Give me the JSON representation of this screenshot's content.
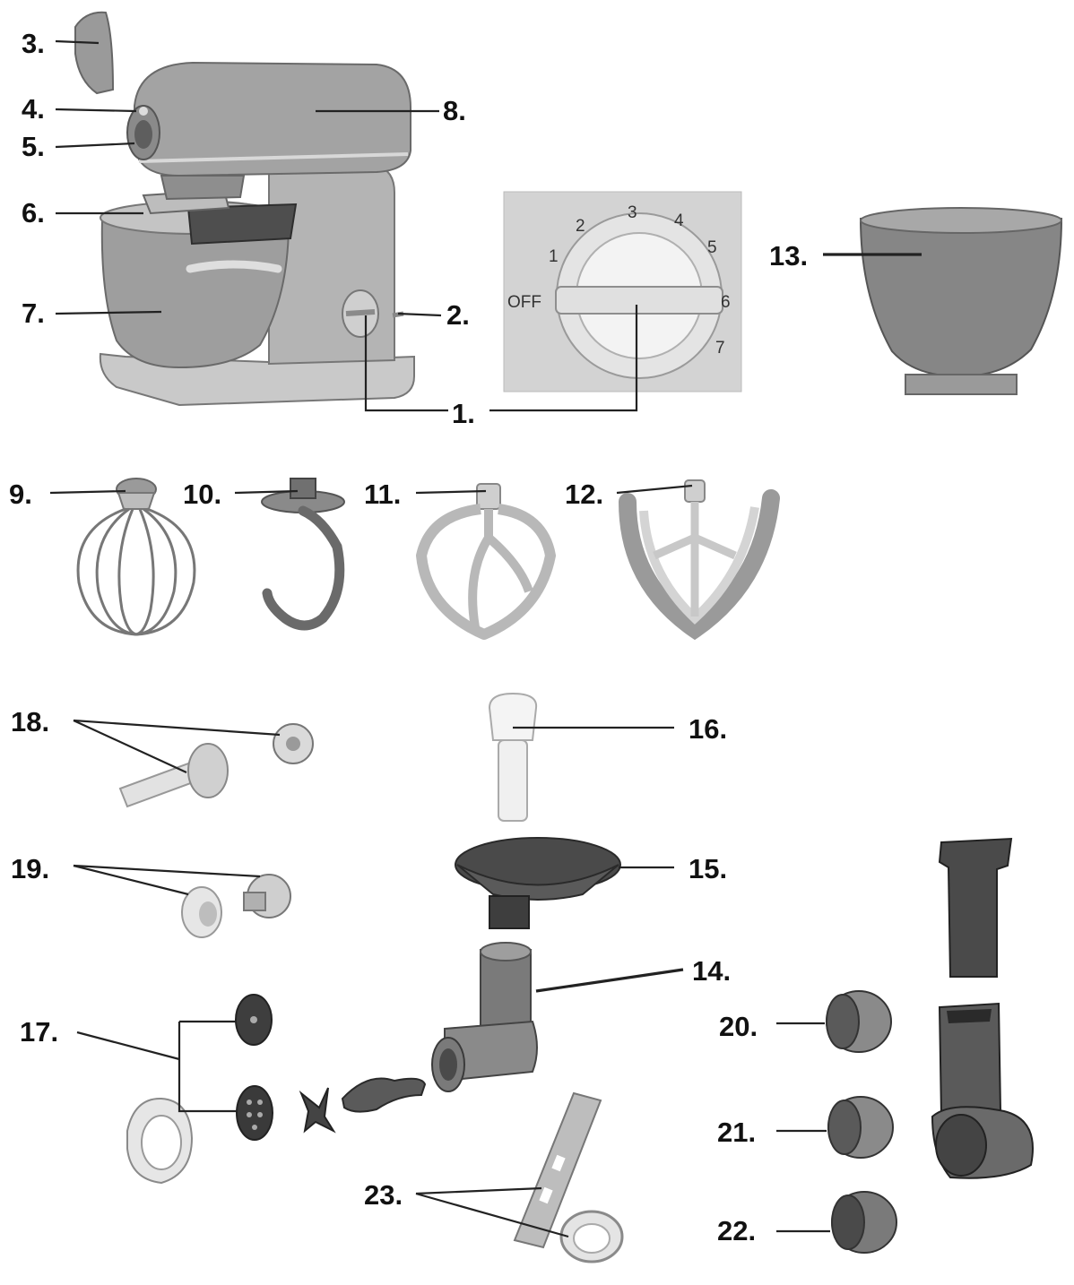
{
  "labels": {
    "l1": "1.",
    "l2": "2.",
    "l3": "3.",
    "l4": "4.",
    "l5": "5.",
    "l6": "6.",
    "l7": "7.",
    "l8": "8.",
    "l9": "9.",
    "l10": "10.",
    "l11": "11.",
    "l12": "12.",
    "l13": "13.",
    "l14": "14.",
    "l15": "15.",
    "l16": "16.",
    "l17": "17.",
    "l18": "18.",
    "l19": "19.",
    "l20": "20.",
    "l21": "21.",
    "l22": "22.",
    "l23": "23."
  },
  "dial": {
    "off": "OFF",
    "s1": "1",
    "s2": "2",
    "s3": "3",
    "s4": "4",
    "s5": "5",
    "s6": "6",
    "s7": "7"
  },
  "colors": {
    "body": "#9a9a9a",
    "dark": "#4e4e4e",
    "light": "#d6d6d6",
    "panel": "#d2d2d2"
  }
}
